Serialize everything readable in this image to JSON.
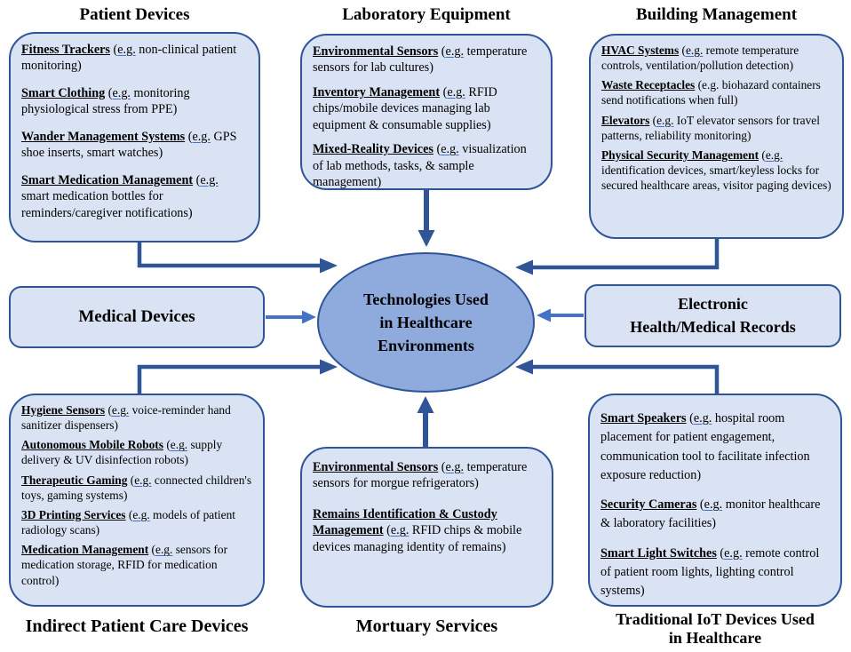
{
  "center": {
    "title": "Technologies Used\nin Healthcare\nEnvironments"
  },
  "colors": {
    "box_fill": "#dae3f3",
    "box_border": "#2f5597",
    "ellipse_fill": "#8faadc",
    "arrow_dark": "#2f5597",
    "arrow_medium": "#4472c4",
    "eg_underline": "#4472c4",
    "text": "#000000"
  },
  "boxes": {
    "patient": {
      "title": "Patient Devices",
      "items": [
        {
          "term": "Fitness Trackers",
          "rest": " (e.g. non-clinical patient monitoring)"
        },
        {
          "term": "Smart Clothing",
          "rest": " (e.g. monitoring physiological stress from PPE)"
        },
        {
          "term": "Wander Management Systems",
          "rest": " (e.g. GPS shoe inserts, smart watches)"
        },
        {
          "term": "Smart Medication Management",
          "rest": " (e.g. smart medication bottles for reminders/caregiver notifications)"
        }
      ]
    },
    "lab": {
      "title": "Laboratory Equipment",
      "items": [
        {
          "term": "Environmental Sensors",
          "rest": " (e.g. temperature sensors for lab cultures)"
        },
        {
          "term": "Inventory Management",
          "rest": " (e.g. RFID chips/mobile devices managing lab equipment & consumable supplies)"
        },
        {
          "term": "Mixed-Reality Devices",
          "rest": " (e.g. visualization of lab methods, tasks, & sample management)"
        }
      ]
    },
    "building": {
      "title": "Building Management",
      "items": [
        {
          "term": "HVAC Systems",
          "rest": " (e.g. remote temperature controls, ventilation/pollution detection)"
        },
        {
          "term": "Waste Receptacles",
          "rest": "  (e.g. biohazard containers send notifications when full)",
          "eg_plain": true
        },
        {
          "term": "Elevators",
          "rest": " (e.g. IoT elevator sensors for travel patterns, reliability monitoring)"
        },
        {
          "term": "Physical Security Management",
          "rest": " (e.g. identification devices, smart/keyless locks for secured healthcare areas, visitor paging devices)"
        }
      ]
    },
    "medical": {
      "title": "Medical Devices"
    },
    "ehr": {
      "title": "Electronic\nHealth/Medical Records"
    },
    "indirect": {
      "title": "Indirect Patient Care Devices",
      "items": [
        {
          "term": "Hygiene Sensors",
          "rest": " (e.g. voice-reminder hand sanitizer dispensers)"
        },
        {
          "term": "Autonomous Mobile Robots",
          "rest": " (e.g. supply delivery & UV disinfection robots)"
        },
        {
          "term": "Therapeutic Gaming",
          "rest": " (e.g. connected children's toys, gaming systems)"
        },
        {
          "term": "3D Printing Services",
          "rest": " (e.g. models of patient radiology scans)"
        },
        {
          "term": "Medication Management",
          "rest": " (e.g. sensors for medication storage, RFID for medication control)"
        }
      ]
    },
    "mortuary": {
      "title": "Mortuary Services",
      "items": [
        {
          "term": "Environmental Sensors",
          "rest": " (e.g. temperature sensors for morgue refrigerators)"
        },
        {
          "term": "Remains Identification & Custody Management",
          "rest": " (e.g. RFID chips & mobile devices managing identity of remains)"
        }
      ]
    },
    "iot": {
      "title": "Traditional IoT Devices Used\nin Healthcare",
      "items": [
        {
          "term": "Smart Speakers",
          "rest": " (e.g. hospital room placement for patient engagement, communication tool to facilitate infection exposure reduction)"
        },
        {
          "term": "Security Cameras",
          "rest": " (e.g. monitor healthcare & laboratory facilities)"
        },
        {
          "term": "Smart Light Switches",
          "rest": " (e.g. remote control of patient room lights, lighting control systems)"
        }
      ]
    }
  }
}
